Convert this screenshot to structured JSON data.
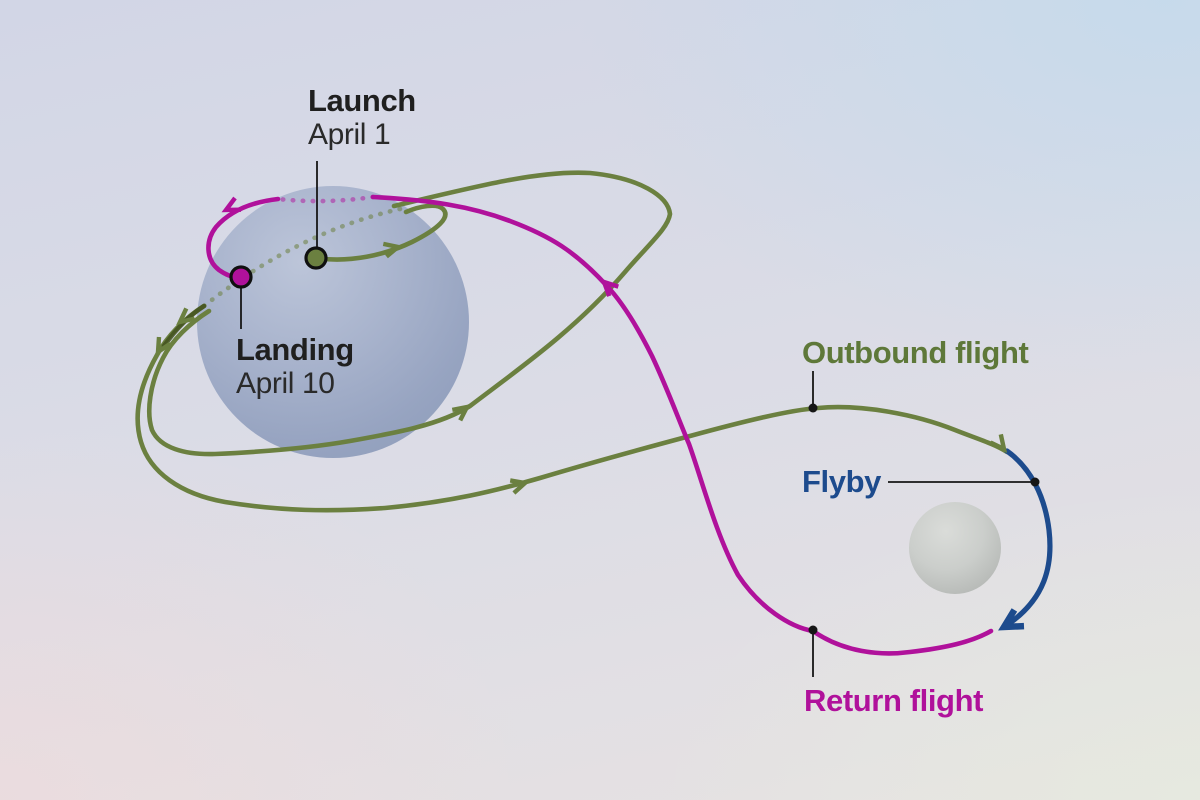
{
  "diagram": {
    "type": "mission-trajectory",
    "labels": {
      "launch": {
        "title": "Launch",
        "date": "April 1"
      },
      "landing": {
        "title": "Landing",
        "date": "April 10"
      },
      "outbound": {
        "text": "Outbound flight"
      },
      "flyby": {
        "text": "Flyby"
      },
      "return": {
        "text": "Return flight"
      }
    }
  },
  "colors": {
    "outbound_green": "#6b8040",
    "outbound_text": "#5e7839",
    "return_magenta": "#b0119b",
    "flyby_blue": "#1d4b8d",
    "callout_black": "#161616",
    "planet_large_fill": "#a9b4cd",
    "planet_small_fill": "#c9ccc9",
    "bg_top_left": "#d2d5e6",
    "bg_top_right": "#cfdfea",
    "bg_bottom_left": "#ebe1e1",
    "bg_bottom_right": "#e9ece7"
  }
}
